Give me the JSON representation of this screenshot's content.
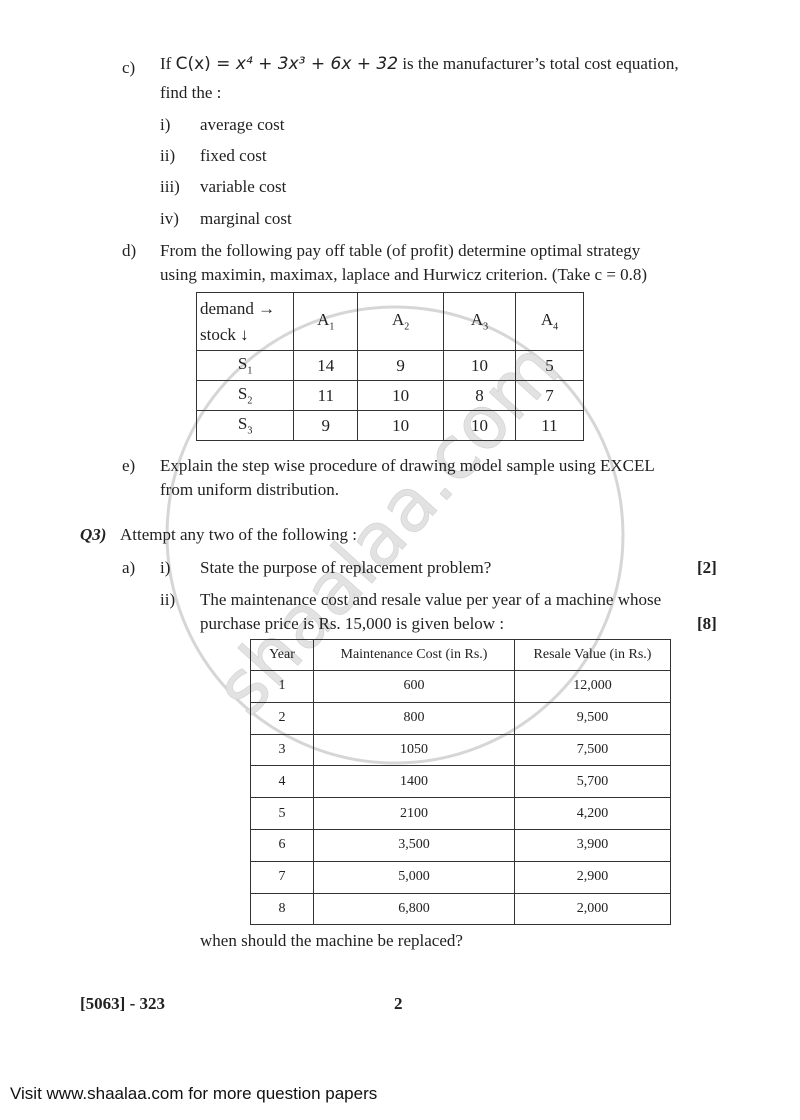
{
  "q2c": {
    "label": "c)",
    "pre": "If",
    "formula_lhs": "C(x) = ",
    "formula_rhs": "x⁴ + 3x³ + 6x + 32",
    "post": "is the manufacturer’s total cost equation,",
    "line2": "find the :",
    "items": [
      {
        "num": "i)",
        "text": "average cost"
      },
      {
        "num": "ii)",
        "text": "fixed cost"
      },
      {
        "num": "iii)",
        "text": "variable cost"
      },
      {
        "num": "iv)",
        "text": "marginal cost"
      }
    ]
  },
  "q2d": {
    "label": "d)",
    "line1": "From the following pay off table (of profit) determine optimal strategy",
    "line2": "using maximin, maximax, laplace and Hurwicz criterion. (Take c = 0.8)",
    "table": {
      "corner_top": "demand →",
      "corner_bottom": "stock ↓",
      "columns": [
        {
          "main": "A",
          "sub": "1"
        },
        {
          "main": "A",
          "sub": "2"
        },
        {
          "main": "A",
          "sub": "3"
        },
        {
          "main": "A",
          "sub": "4"
        }
      ],
      "rows": [
        {
          "main": "S",
          "sub": "1",
          "values": [
            "14",
            "9",
            "10",
            "5"
          ]
        },
        {
          "main": "S",
          "sub": "2",
          "values": [
            "11",
            "10",
            "8",
            "7"
          ]
        },
        {
          "main": "S",
          "sub": "3",
          "values": [
            "9",
            "10",
            "10",
            "11"
          ]
        }
      ]
    }
  },
  "q2e": {
    "label": "e)",
    "line1": "Explain the step wise procedure of drawing model sample using EXCEL",
    "line2": "from uniform distribution."
  },
  "q3": {
    "label": "Q3)",
    "intro": "Attempt any two of the following :",
    "a_label": "a)",
    "i_label": "i)",
    "i_text": "State the purpose of replacement problem?",
    "i_marks": "[2]",
    "ii_label": "ii)",
    "ii_line1": "The maintenance cost and resale value per year of a machine whose",
    "ii_line2": "purchase price is Rs. 15,000 is given below :",
    "ii_marks": "[8]",
    "table": {
      "headers": [
        "Year",
        "Maintenance Cost (in Rs.)",
        "Resale Value (in Rs.)"
      ],
      "rows": [
        [
          "1",
          "600",
          "12,000"
        ],
        [
          "2",
          "800",
          "9,500"
        ],
        [
          "3",
          "1050",
          "7,500"
        ],
        [
          "4",
          "1400",
          "5,700"
        ],
        [
          "5",
          "2100",
          "4,200"
        ],
        [
          "6",
          "3,500",
          "3,900"
        ],
        [
          "7",
          "5,000",
          "2,900"
        ],
        [
          "8",
          "6,800",
          "2,000"
        ]
      ]
    },
    "closing": "when should the machine be replaced?"
  },
  "page_footer": {
    "code": "[5063] - 323",
    "page_number": "2"
  },
  "site_footer": "Visit www.shaalaa.com for more question papers",
  "watermark_text": "shaalaa.com"
}
